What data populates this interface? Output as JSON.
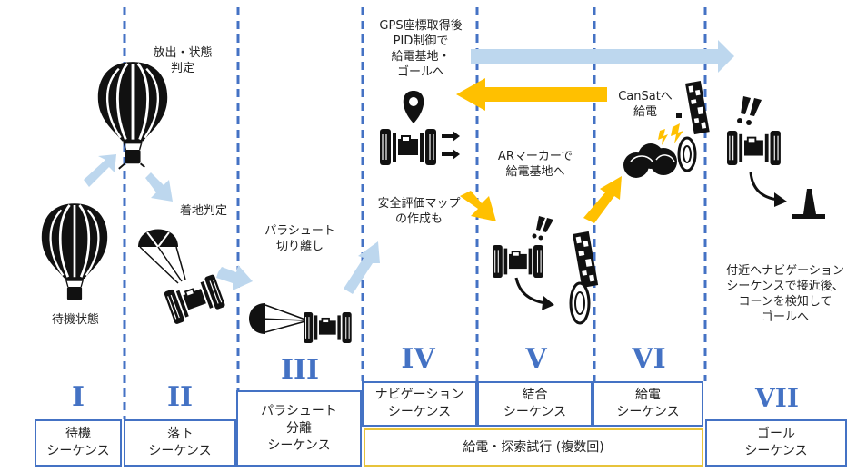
{
  "colors": {
    "divider": "#4472C4",
    "numeral": "#4472C4",
    "arrow_light": "#BDD7EE",
    "arrow_gold": "#FFC000",
    "box_border": "#4472C4",
    "box_gold_border": "#E7C33B"
  },
  "icons": {
    "balloon": "hot-air-balloon-icon",
    "parachute": "parachute-icon",
    "rover": "rover-icon",
    "gps_pin": "gps-pin-icon",
    "ar_marker": "ar-marker-icon",
    "cone": "cone-icon",
    "lightning": "lightning-icon",
    "exclamation": "double-exclamation-icon"
  },
  "labels": {
    "standby_state": "待機状態",
    "release_judgement": "放出・状態\n判定",
    "landing_judgement": "着地判定",
    "parachute_cut": "パラシュート\n切り離し",
    "gps_pid": "GPS座標取得後\nPID制御で\n給電基地・\nゴールへ",
    "safety_map": "安全評価マップ\nの作成も",
    "ar_marker_to_base": "ARマーカーで\n給電基地へ",
    "power_to_cansat": "CanSatへ\n給電",
    "goal_navigation": "付近へナビゲーション\nシーケンスで接近後、\nコーンを検知して\nゴールへ"
  },
  "numerals": {
    "n1": "I",
    "n2": "II",
    "n3": "III",
    "n4": "IV",
    "n5": "V",
    "n6": "VI",
    "n7": "VII"
  },
  "boxes": {
    "standby": "待機\nシーケンス",
    "fall": "落下\nシーケンス",
    "parachute_separation": "パラシュート\n分離\nシーケンス",
    "navigation": "ナビゲーション\nシーケンス",
    "coupling": "結合\nシーケンス",
    "charging": "給電\nシーケンス",
    "trial": "給電・探索試行 (複数回)",
    "goal": "ゴール\nシーケンス"
  }
}
